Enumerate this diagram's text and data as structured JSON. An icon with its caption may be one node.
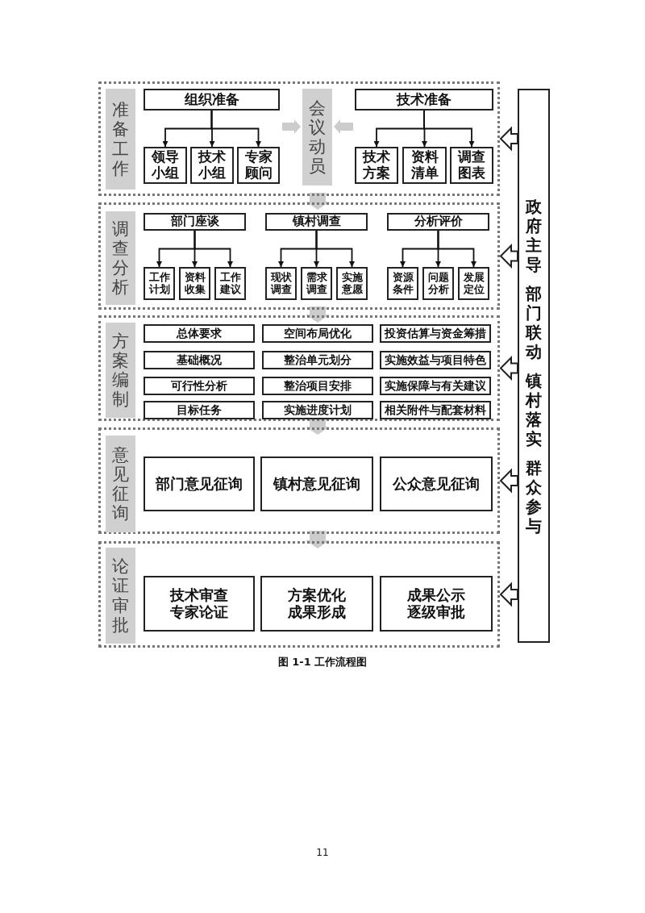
{
  "diagram": {
    "caption": "图 1-1 工作流程图",
    "nodes": [
      {
        "text": [],
        "shape": "box"
      },
      {
        "text": [
          "准备工作"
        ],
        "in": 0
      },
      {
        "text": [
          "组织准备"
        ],
        "in": 0
      },
      {
        "text": [
          "领导小组"
        ],
        "in": 0
      },
      {
        "text": [
          "技术小组"
        ],
        "in": 0
      },
      {
        "text": [
          "专家顾问"
        ],
        "in": 0
      },
      {
        "text": [
          "会议动员"
        ],
        "in": 0
      },
      {
        "text": [
          "技术准备"
        ],
        "in": 0
      },
      {
        "text": [
          "技术方案"
        ],
        "in": 0
      },
      {
        "text": [
          "资料清单"
        ],
        "in": 0
      },
      {
        "text": [
          "调查图表"
        ],
        "in": 0
      },
      {
        "text": [],
        "shape": "box"
      },
      {
        "text": [
          "调查分析"
        ],
        "in": 11
      },
      {
        "text": [
          "部门座谈"
        ],
        "in": 11
      },
      {
        "text": [
          "工作计划"
        ],
        "in": 11
      },
      {
        "text": [
          "资料收集"
        ],
        "in": 11
      },
      {
        "text": [
          "工作建议"
        ],
        "in": 11
      },
      {
        "text": [
          "镇村调查"
        ],
        "in": 11
      },
      {
        "text": [
          "现状调查"
        ],
        "in": 11
      },
      {
        "text": [
          "需求调查"
        ],
        "in": 11
      },
      {
        "text": [
          "实施意愿"
        ],
        "in": 11
      },
      {
        "text": [
          "分析评价"
        ],
        "in": 11
      },
      {
        "text": [
          "资源条件"
        ],
        "in": 11
      },
      {
        "text": [
          "问题分析"
        ],
        "in": 11
      },
      {
        "text": [
          "发展定位"
        ],
        "in": 11
      },
      {
        "text": [],
        "shape": "box"
      },
      {
        "text": [
          "方案编制"
        ],
        "in": 25
      },
      {
        "text": [
          "总体要求"
        ],
        "in": 25
      },
      {
        "text": [
          "空间布局优化"
        ],
        "in": 25
      },
      {
        "text": [
          "投资估算与资金筹措"
        ],
        "in": 25
      },
      {
        "text": [
          "基础概况"
        ],
        "in": 25
      },
      {
        "text": [
          "整治单元划分"
        ],
        "in": 25
      },
      {
        "text": [
          "实施效益与项目特色"
        ],
        "in": 25
      },
      {
        "text": [
          "可行性分析"
        ],
        "in": 25
      },
      {
        "text": [
          "整治项目安排"
        ],
        "in": 25
      },
      {
        "text": [
          "实施保障与有关建议"
        ],
        "in": 25
      },
      {
        "text": [
          "目标任务"
        ],
        "in": 25
      },
      {
        "text": [
          "实施进度计划"
        ],
        "in": 25
      },
      {
        "text": [
          "相关附件与配套材料"
        ],
        "in": 25
      },
      {
        "text": [],
        "shape": "box"
      },
      {
        "text": [
          "意见征询"
        ],
        "in": 39
      },
      {
        "text": [
          "部门意见征询"
        ],
        "in": 39
      },
      {
        "text": [
          "镇村意见征询"
        ],
        "in": 39
      },
      {
        "text": [
          "公众意见征询"
        ],
        "in": 39
      },
      {
        "text": [],
        "shape": "box"
      },
      {
        "text": [
          "论证审批"
        ],
        "in": 44
      },
      {
        "text": [
          "技术审查专家论证"
        ],
        "in": 44
      },
      {
        "text": [
          "方案优化成果形成"
        ],
        "in": 44
      },
      {
        "text": [
          "成果公示逐级审批"
        ],
        "in": 44
      },
      {
        "text": [
          "政府主导",
          "部门联动",
          "镇村落实",
          "群众参与"
        ]
      }
    ],
    "edges": [
      {
        "from": 2,
        "to": 3,
        "arrow": "to"
      },
      {
        "from": 2,
        "to": 4,
        "arrow": "to"
      },
      {
        "from": 2,
        "to": 5,
        "arrow": "to"
      },
      {
        "from": 7,
        "to": 8,
        "arrow": "to"
      },
      {
        "from": 7,
        "to": 9,
        "arrow": "to"
      },
      {
        "from": 7,
        "to": 10,
        "arrow": "to"
      },
      {
        "from": 13,
        "to": 14,
        "arrow": "to"
      },
      {
        "from": 13,
        "to": 15,
        "arrow": "to"
      },
      {
        "from": 13,
        "to": 16,
        "arrow": "to"
      },
      {
        "from": 17,
        "to": 18,
        "arrow": "to"
      },
      {
        "from": 17,
        "to": 19,
        "arrow": "to"
      },
      {
        "from": 17,
        "to": 20,
        "arrow": "to"
      },
      {
        "from": 21,
        "to": 22,
        "arrow": "to"
      },
      {
        "from": 21,
        "to": 23,
        "arrow": "to"
      },
      {
        "from": 21,
        "to": 24,
        "arrow": "to"
      },
      {
        "from": null,
        "to": 6,
        "arrow": "to",
        "style": "thick",
        "color": "#cccccc"
      },
      {
        "from": null,
        "to": 6,
        "arrow": "to",
        "style": "thick",
        "color": "#cccccc"
      },
      {
        "from": 0,
        "to": 11,
        "arrow": "to",
        "style": "thick",
        "color": "#cccccc"
      },
      {
        "from": 11,
        "to": 25,
        "arrow": "to",
        "style": "thick",
        "color": "#cccccc"
      },
      {
        "from": 25,
        "to": 39,
        "arrow": "to",
        "style": "thick",
        "color": "#cccccc"
      },
      {
        "from": 39,
        "to": 44,
        "arrow": "to",
        "style": "thick",
        "color": "#cccccc"
      },
      {
        "from": 49,
        "to": 0,
        "arrow": "to",
        "style": "thick"
      },
      {
        "from": 49,
        "to": 11,
        "arrow": "to",
        "style": "thick"
      },
      {
        "from": 49,
        "to": 25,
        "arrow": "to",
        "style": "thick"
      },
      {
        "from": 49,
        "to": 39,
        "arrow": "to",
        "style": "thick"
      },
      {
        "from": 49,
        "to": 44,
        "arrow": "to",
        "style": "thick"
      }
    ],
    "labels": [
      "11"
    ]
  }
}
